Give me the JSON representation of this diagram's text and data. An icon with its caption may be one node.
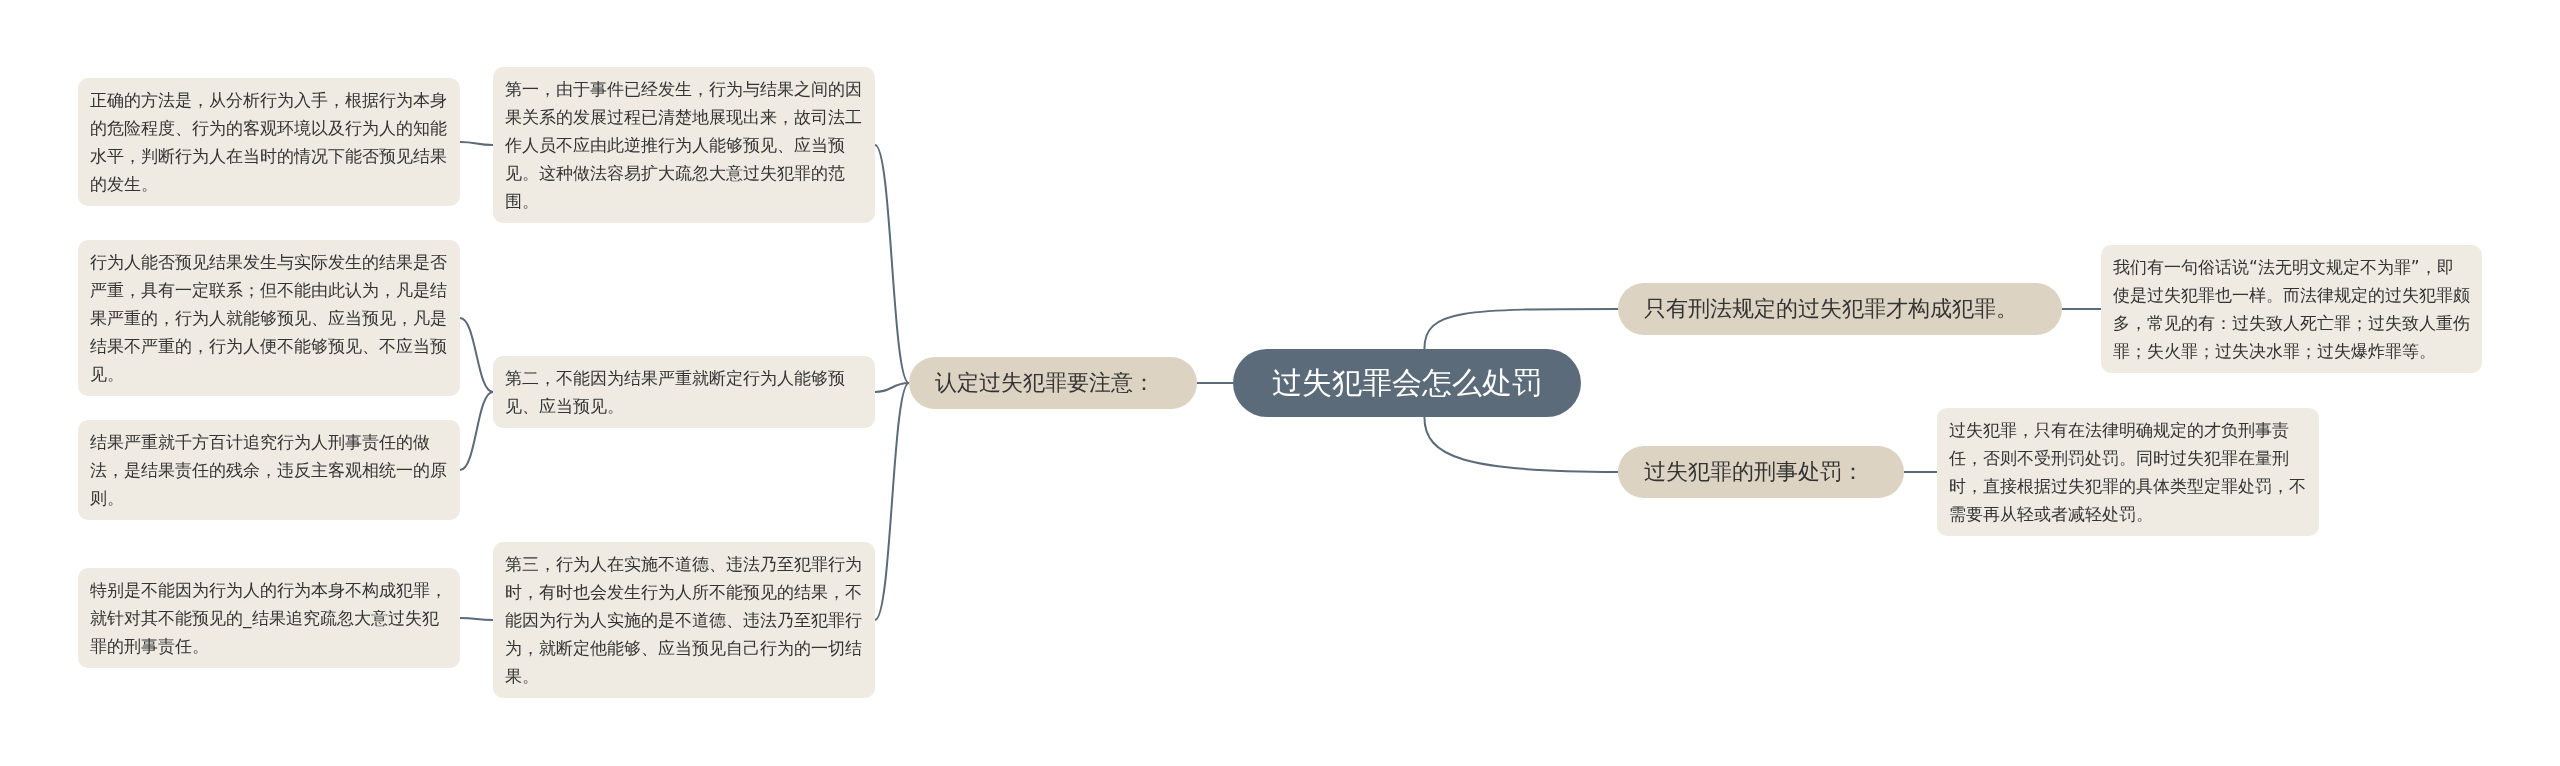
{
  "diagram": {
    "nodes": [
      {
        "text": [
          "过失犯罪会怎么处罚"
        ]
      },
      {
        "text": [
          "认定过失犯罪要注意："
        ]
      },
      {
        "text": [
          "第一，由于事件已经发生，行为与结果之间的因果关系的发展过程已清楚地展现出来，故司法工作人员不应由此逆推行为人能够预见、应当预见。这种做法容易扩大疏忽大意过失犯罪的范围。"
        ]
      },
      {
        "text": [
          "正确的方法是，从分析行为入手，根据行为本身的危险程度、行为的客观环境以及行为人的知能水平，判断行为人在当时的情况下能否预见结果的发生。"
        ]
      },
      {
        "text": [
          "第二，不能因为结果严重就断定行为人能够预见、应当预见。"
        ]
      },
      {
        "text": [
          "行为人能否预见结果发生与实际发生的结果是否严重，具有一定联系；但不能由此认为，凡是结果严重的，行为人就能够预见、应当预见，凡是结果不严重的，行为人便不能够预见、不应当预见。"
        ]
      },
      {
        "text": [
          "结果严重就千方百计追究行为人刑事责任的做法，是结果责任的残余，违反主客观相统一的原则。"
        ]
      },
      {
        "text": [
          "第三，行为人在实施不道德、违法乃至犯罪行为时，有时也会发生行为人所不能预见的结果，不能因为行为人实施的是不道德、违法乃至犯罪行为，就断定他能够、应当预见自己行为的一切结果。"
        ]
      },
      {
        "text": [
          "特别是不能因为行为人的行为本身不构成犯罪，就针对其不能预见的_结果追究疏忽大意过失犯罪的刑事责任。"
        ]
      },
      {
        "text": [
          "只有刑法规定的过失犯罪才构成犯罪。"
        ]
      },
      {
        "text": [
          "我们有一句俗话说“法无明文规定不为罪”，即使是过失犯罪也一样。而法律规定的过失犯罪颇多，常见的有：过失致人死亡罪；过失致人重伤罪；失火罪；过失决水罪；过失爆炸罪等。"
        ]
      },
      {
        "text": [
          "过失犯罪的刑事处罚："
        ]
      },
      {
        "text": [
          "过失犯罪，只有在法律明确规定的才负刑事责任，否则不受刑罚处罚。同时过失犯罪在量刑时，直接根据过失犯罪的具体类型定罪处罚，不需要再从轻或者减轻处罚。"
        ]
      }
    ],
    "edges": [
      {
        "from": 0,
        "to": 1,
        "arrow": "none"
      },
      {
        "from": 1,
        "to": 2,
        "arrow": "none"
      },
      {
        "from": 2,
        "to": 3,
        "arrow": "none"
      },
      {
        "from": 1,
        "to": 4,
        "arrow": "none"
      },
      {
        "from": 4,
        "to": 5,
        "arrow": "none"
      },
      {
        "from": 4,
        "to": 6,
        "arrow": "none"
      },
      {
        "from": 1,
        "to": 7,
        "arrow": "none"
      },
      {
        "from": 7,
        "to": 8,
        "arrow": "none"
      },
      {
        "from": 0,
        "to": 9,
        "arrow": "none"
      },
      {
        "from": 9,
        "to": 10,
        "arrow": "none"
      },
      {
        "from": 0,
        "to": 11,
        "arrow": "none"
      },
      {
        "from": 11,
        "to": 12,
        "arrow": "none"
      }
    ]
  }
}
